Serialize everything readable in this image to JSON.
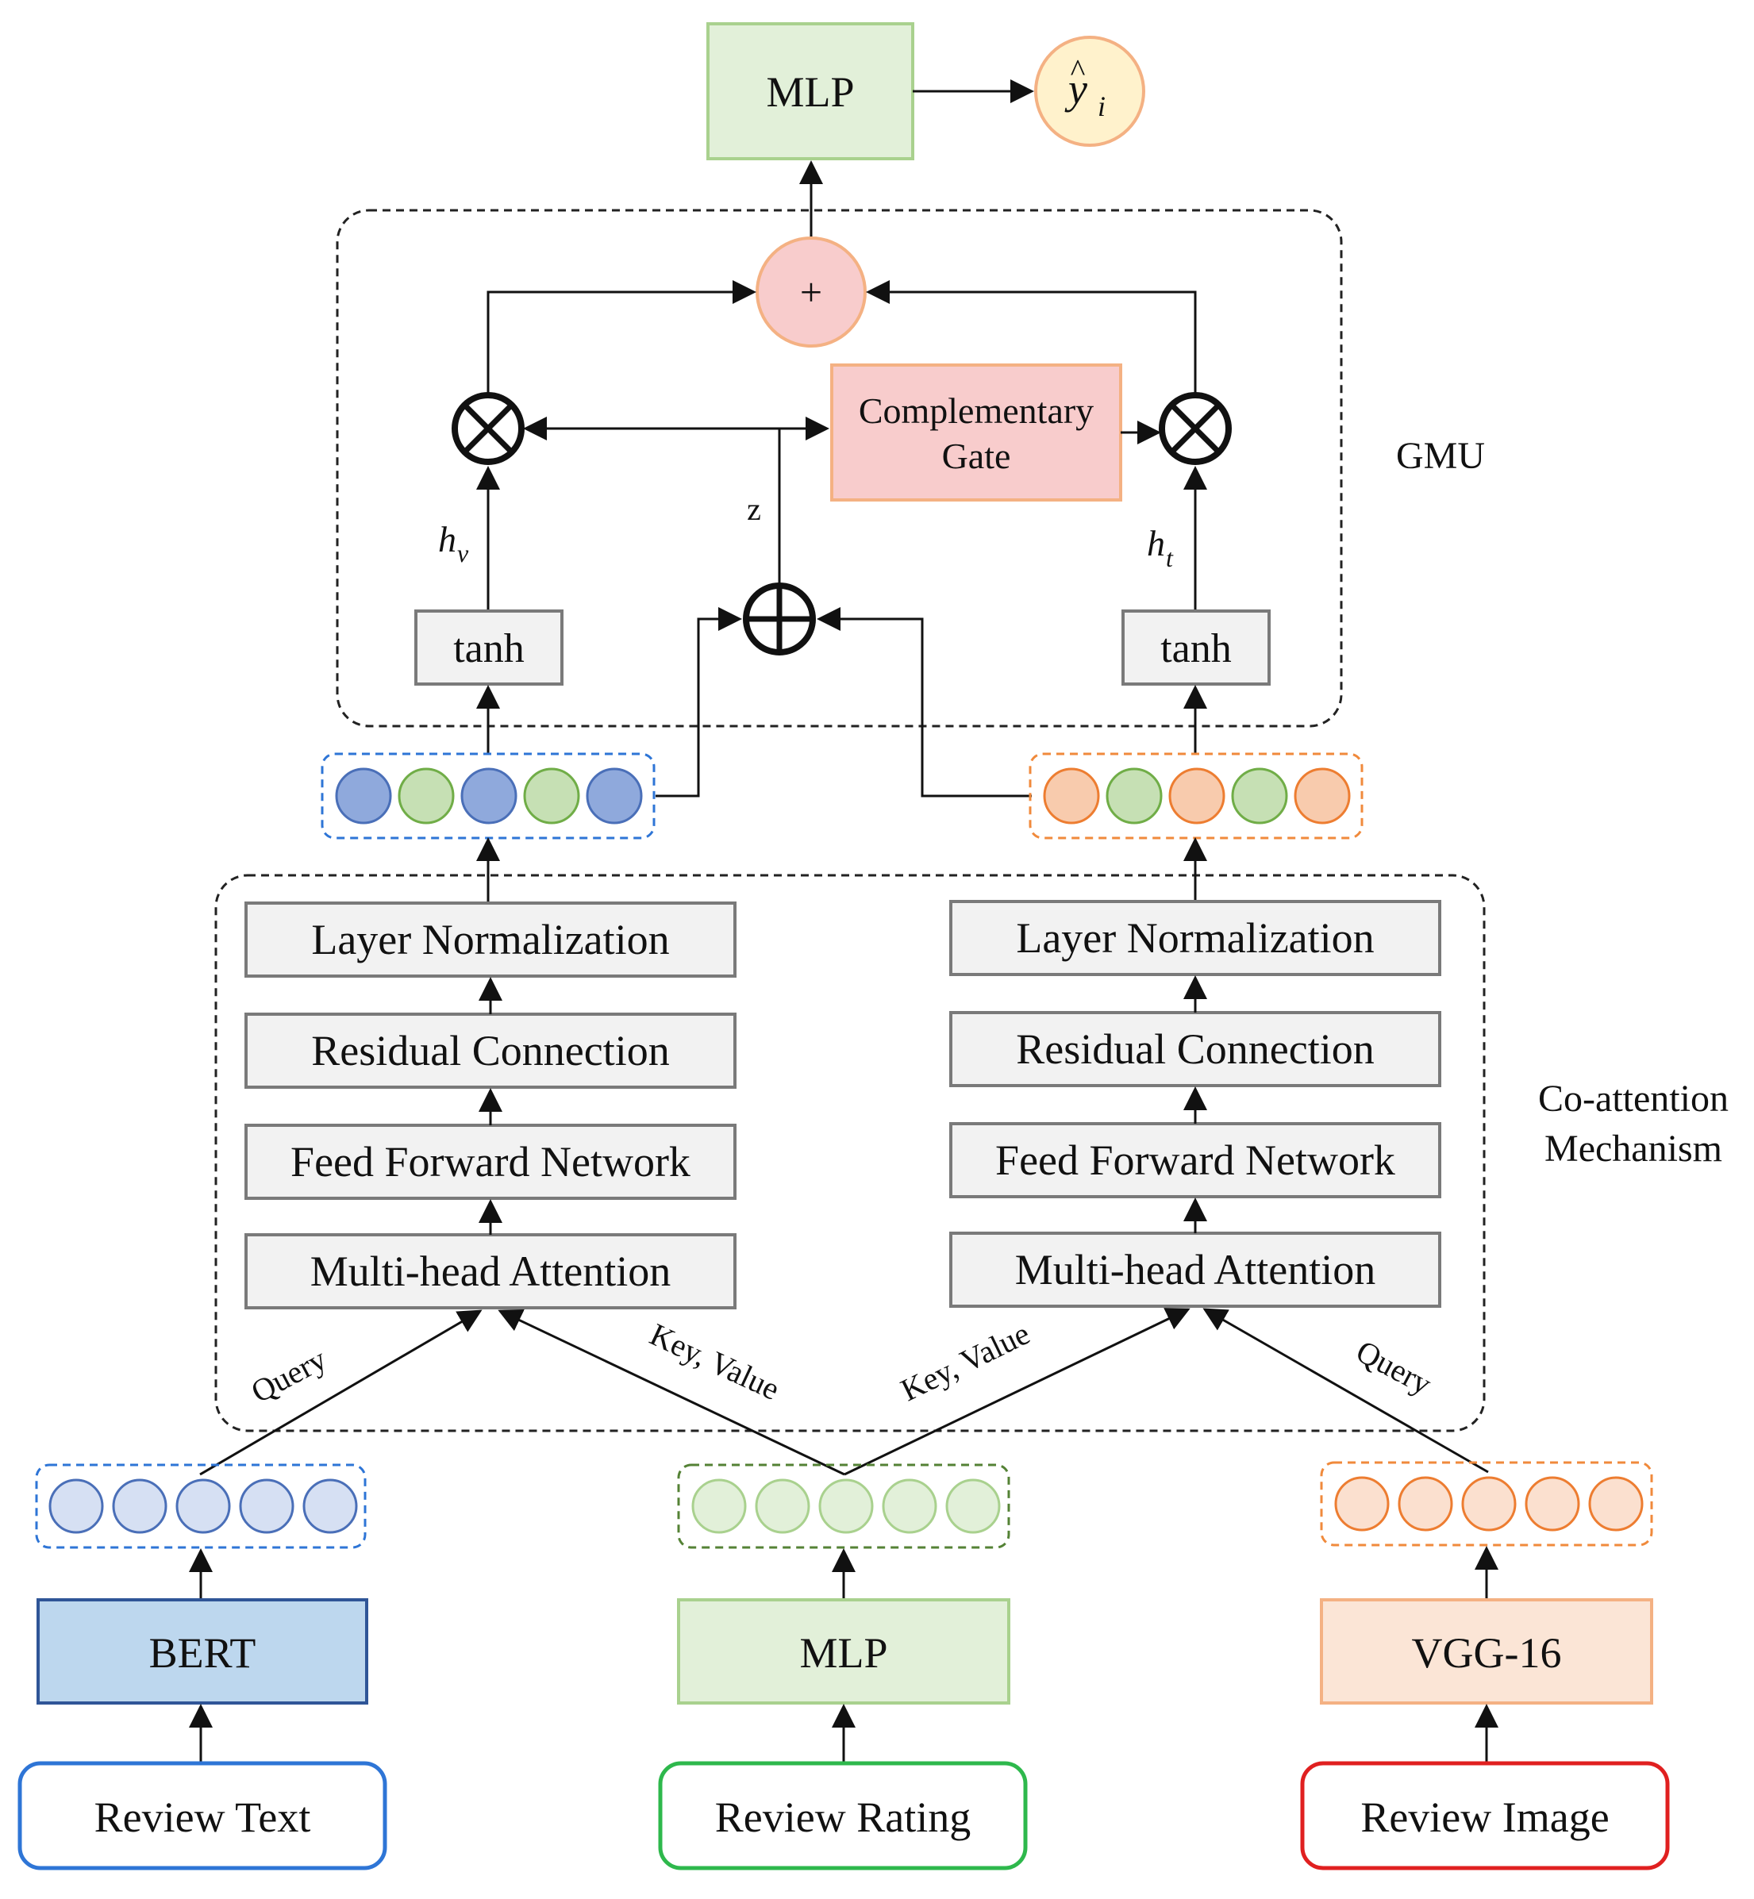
{
  "output": {
    "mlp_label": "MLP",
    "y_hat_base": "y",
    "y_hat_hat": "^",
    "y_hat_sub": "i"
  },
  "gmu": {
    "label": "GMU",
    "plus_symbol": "+",
    "gate_line1": "Complementary",
    "gate_line2": "Gate",
    "z_label": "z",
    "hv_base": "h",
    "hv_sub": "v",
    "ht_base": "h",
    "ht_sub": "t",
    "tanh_left": "tanh",
    "tanh_right": "tanh"
  },
  "coattention": {
    "label_line1": "Co-attention",
    "label_line2": "Mechanism",
    "left_stack": [
      "Layer Normalization",
      "Residual Connection",
      "Feed Forward Network",
      "Multi-head Attention"
    ],
    "right_stack": [
      "Layer Normalization",
      "Residual Connection",
      "Feed Forward Network",
      "Multi-head Attention"
    ],
    "edge_labels": {
      "query_left": "Query",
      "kv_left": "Key, Value",
      "kv_right": "Key, Value",
      "query_right": "Query"
    }
  },
  "encoders": {
    "text": "BERT",
    "rating": "MLP",
    "image": "VGG-16"
  },
  "inputs": {
    "text": "Review Text",
    "rating": "Review Rating",
    "image": "Review Image"
  },
  "colors": {
    "blue": "#8fa9dc",
    "blue_light": "#d6e0f3",
    "green": "#c6e0b4",
    "green_light": "#e2f0d9",
    "orange": "#f8cbad",
    "orange_light": "#fbe0cf",
    "pink": "#f8cccc",
    "yellow": "#fff2cc",
    "text_border": "#2e75d6",
    "rating_border": "#2eb84c",
    "image_border": "#e02020"
  }
}
